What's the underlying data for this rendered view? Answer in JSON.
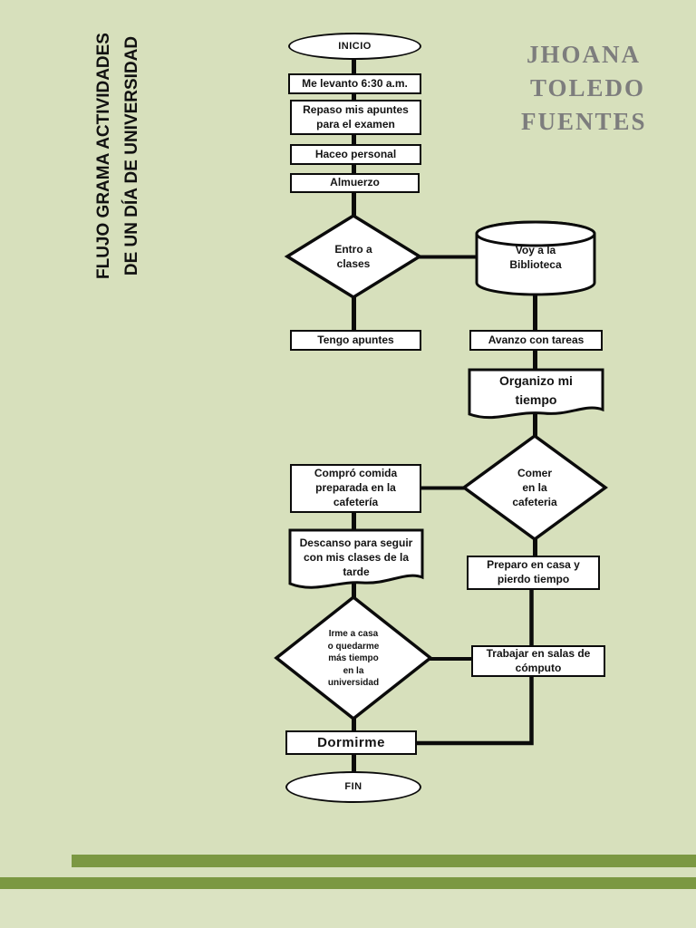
{
  "side_title": {
    "line1": "FLUJO GRAMA ACTIVIDADES",
    "line2": "DE UN DÍA DE UNIVERSIDAD"
  },
  "author": {
    "line1": "JHOANA",
    "line2": "TOLEDO",
    "line3": "FUENTES"
  },
  "flow": {
    "start": "INICIO",
    "wake": "Me levanto 6:30 a.m.",
    "review": "Repaso mis apuntes\npara el examen",
    "hygiene": "Haceo personal",
    "lunch": "Almuerzo",
    "decision_classes": "Entro a\nclases",
    "library": "Voy a la\nBiblioteca",
    "notes": "Tengo apuntes",
    "tasks": "Avanzo con tareas",
    "organize": "Organizo mi\ntiempo",
    "decision_eat": "Comer\nen la\ncafeteria",
    "buy_food": "Compró comida\npreparada en la\ncafetería",
    "rest": "Descanso para seguir\ncon mis clases de la\ntarde",
    "prepare_home": "Preparo en casa y\npierdo tiempo",
    "decision_stay": "Irme a casa\no quedarme\nmás tiempo\nen la\nuniversidad",
    "computer_rooms": "Trabajar en salas de\ncómputo",
    "sleep": "Dormirme",
    "end": "FIN"
  },
  "colors": {
    "page_background": "#d7e0bc",
    "bottom_background": "#dbe3c2",
    "stripe_green": "#7b9842",
    "shape_fill": "#ffffff",
    "ink": "#0b0b0b",
    "author_gray": "#7d7d7d"
  }
}
